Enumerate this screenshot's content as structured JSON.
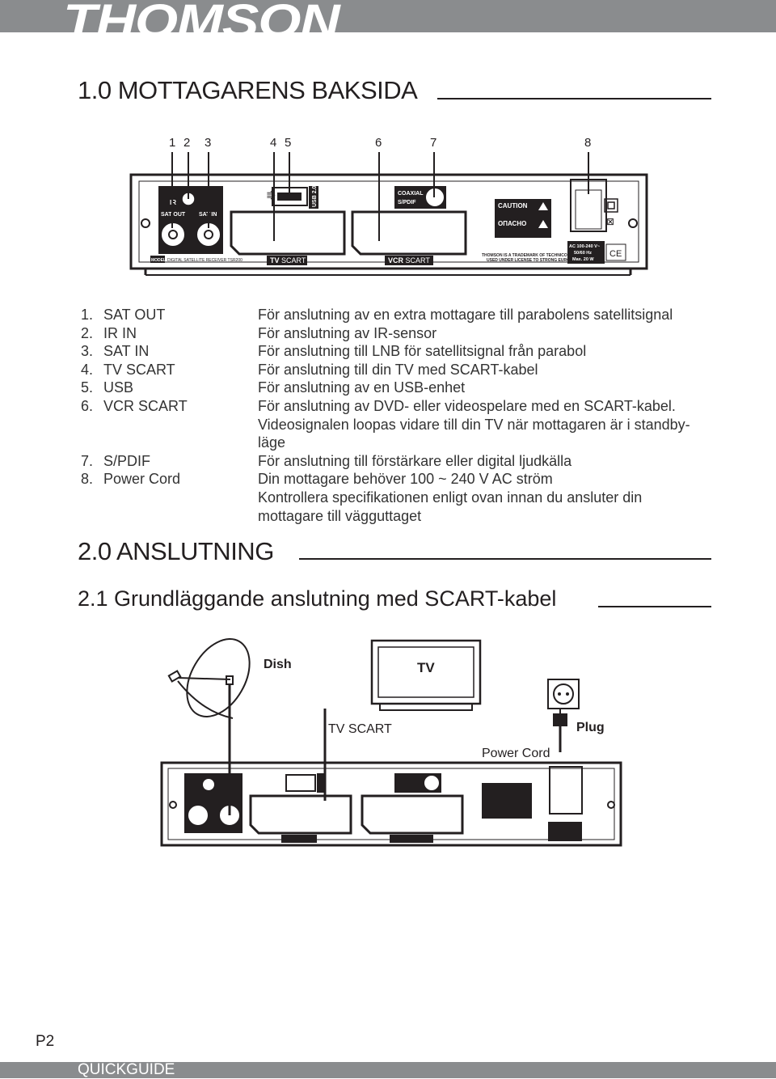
{
  "header": {
    "brand": "THOMSON"
  },
  "section1": {
    "title": "1.0 MOTTAGARENS BAKSIDA"
  },
  "rear_panel": {
    "callouts": [
      "1",
      "2",
      "3",
      "4",
      "5",
      "6",
      "7",
      "8"
    ],
    "labels": {
      "ir": "IR",
      "sat_out": "SAT OUT",
      "sat_in": "SAT IN",
      "usb": "USB 2.0",
      "coaxial": "COAXIAL",
      "spdif": "S/PDIF",
      "caution": "CAUTION",
      "opasno": "ОПАСНО",
      "tv_scart_bold": "TV",
      "tv_scart_rest": " SCART",
      "vcr_scart_bold": "VCR",
      "vcr_scart_rest": " SCART",
      "model_tag": "MODEL",
      "model_name": "DIGITAL SATELLITE RECEIVER TSR200",
      "trademark_1": "THOMSON IS A TRADEMARK OF TECHNICOLOR S.A.",
      "trademark_2": "USED UNDER LICENSE TO STRONG EUROPE",
      "power_1": "AC 100-240 V~",
      "power_2": "50/60 Hz",
      "power_3": "Max. 20 W",
      "ce": "CE"
    }
  },
  "connectors": [
    {
      "num": "1.",
      "name": "SAT OUT",
      "desc": [
        "För anslutning av en extra mottagare till parabolens satellitsignal"
      ]
    },
    {
      "num": "2.",
      "name": "IR IN",
      "desc": [
        "För anslutning av IR-sensor"
      ]
    },
    {
      "num": "3.",
      "name": "SAT IN",
      "desc": [
        "För anslutning till LNB för satellitsignal från parabol"
      ]
    },
    {
      "num": "4.",
      "name": "TV SCART",
      "desc": [
        "För anslutning till din TV med SCART-kabel"
      ]
    },
    {
      "num": "5.",
      "name": "USB",
      "desc": [
        "För anslutning av en USB-enhet"
      ]
    },
    {
      "num": "6.",
      "name": "VCR SCART",
      "desc": [
        "För anslutning av DVD- eller videospelare med en SCART-kabel.",
        "Videosignalen loopas vidare till din TV när mottagaren är i standby-",
        "läge"
      ]
    },
    {
      "num": "7.",
      "name": "S/PDIF",
      "desc": [
        "För anslutning till förstärkare eller digital ljudkälla"
      ]
    },
    {
      "num": "8.",
      "name": "Power Cord",
      "desc": [
        "Din mottagare behöver 100 ~ 240 V AC ström",
        "Kontrollera specifikationen enligt ovan innan du ansluter din",
        "mottagare till vägguttaget"
      ]
    }
  ],
  "section2": {
    "title": "2.0 ANSLUTNING"
  },
  "section21": {
    "title": "2.1 Grundläggande anslutning med SCART-kabel"
  },
  "connection_diagram": {
    "dish": "Dish",
    "tv": "TV",
    "tv_scart": "TV SCART",
    "plug": "Plug",
    "power_cord": "Power Cord"
  },
  "footer": {
    "page": "P2",
    "label": "QUICKGUIDE"
  }
}
